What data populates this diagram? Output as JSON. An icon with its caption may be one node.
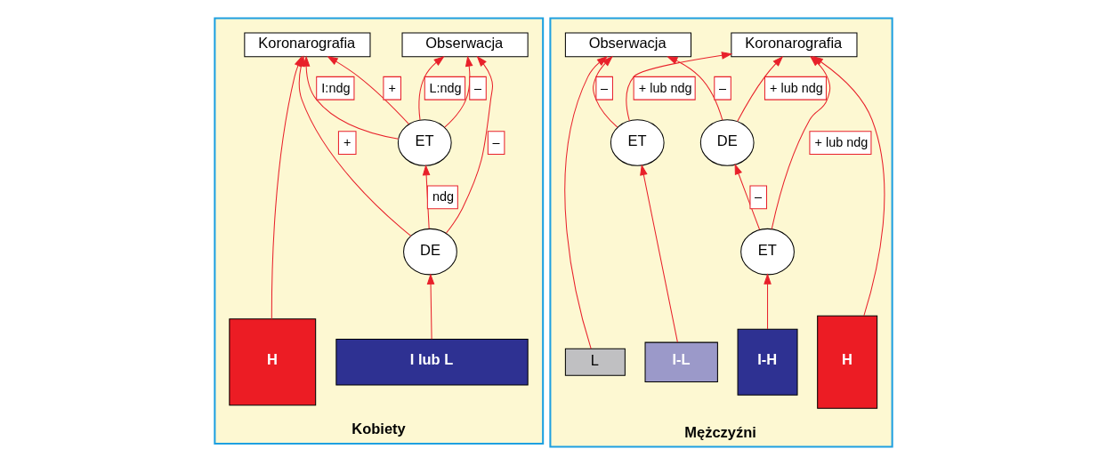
{
  "diagram": {
    "nodes": [
      {
        "text": [
          "Kobiety"
        ]
      },
      {
        "text": [
          "Koronarografia"
        ],
        "in": 0
      },
      {
        "text": [
          "Obserwacja"
        ],
        "in": 0
      },
      {
        "text": [
          "ET"
        ],
        "in": 0
      },
      {
        "text": [
          "DE"
        ],
        "in": 0
      },
      {
        "text": [
          "H"
        ],
        "in": 0
      },
      {
        "text": [
          "I lub L"
        ],
        "in": 0
      },
      {
        "text": [
          "Mężczyźni"
        ]
      },
      {
        "text": [
          "Koronarografia"
        ],
        "in": 7
      },
      {
        "text": [
          "Obserwacja"
        ],
        "in": 7
      },
      {
        "text": [
          "DE"
        ],
        "in": 7
      },
      {
        "text": [
          "ET"
        ],
        "in": 7
      },
      {
        "text": [
          "ET"
        ],
        "in": 7
      },
      {
        "text": [
          "H"
        ],
        "in": 7
      },
      {
        "text": [
          "I-H"
        ],
        "in": 7
      },
      {
        "text": [
          "I-L"
        ],
        "in": 7
      },
      {
        "text": [
          "L"
        ],
        "in": 7
      }
    ],
    "edges": [
      {
        "from": 5,
        "to": 1,
        "arrow": "to"
      },
      {
        "from": 4,
        "to": 1,
        "arrow": "to",
        "label": "+"
      },
      {
        "from": 3,
        "to": 1,
        "arrow": "to",
        "label": "+"
      },
      {
        "from": 3,
        "to": 1,
        "arrow": "to",
        "label": "I:ndg"
      },
      {
        "from": 3,
        "to": 2,
        "arrow": "to",
        "label": "L:ndg"
      },
      {
        "from": 3,
        "to": 2,
        "arrow": "to",
        "label": "–"
      },
      {
        "from": 4,
        "to": 2,
        "arrow": "to",
        "label": "–"
      },
      {
        "from": 4,
        "to": 3,
        "arrow": "to",
        "label": "ndg"
      },
      {
        "from": 6,
        "to": 4,
        "arrow": "to"
      },
      {
        "from": 13,
        "to": 8,
        "arrow": "to"
      },
      {
        "from": 11,
        "to": 8,
        "arrow": "to",
        "label": "+ lub ndg"
      },
      {
        "from": 10,
        "to": 8,
        "arrow": "to",
        "label": "+ lub ndg"
      },
      {
        "from": 12,
        "to": 8,
        "arrow": "to",
        "label": "+ lub ndg"
      },
      {
        "from": 10,
        "to": 9,
        "arrow": "to",
        "label": "–"
      },
      {
        "from": 12,
        "to": 9,
        "arrow": "to",
        "label": "–"
      },
      {
        "from": 11,
        "to": 10,
        "arrow": "to",
        "label": "–"
      },
      {
        "from": 14,
        "to": 11,
        "arrow": "to"
      },
      {
        "from": 15,
        "to": 12,
        "arrow": "to"
      },
      {
        "from": 16,
        "to": 9,
        "arrow": "to"
      }
    ]
  }
}
